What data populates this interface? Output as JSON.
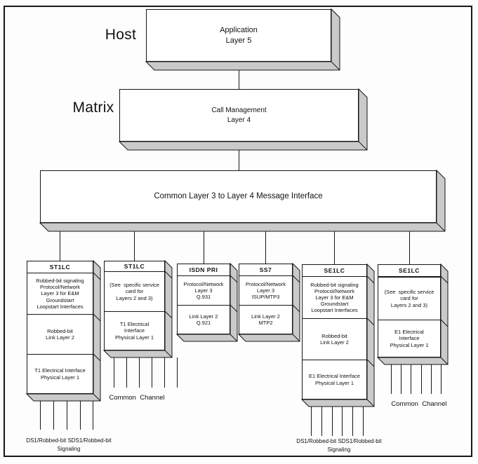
{
  "labels": {
    "host": "Host",
    "matrix": "Matrix"
  },
  "boxes": {
    "application": "Application\nLayer 5",
    "call_management": "Call Management\nLayer 4",
    "common_interface": "Common Layer 3 to Layer 4 Message Interface"
  },
  "cards": [
    {
      "title": "ST1LC",
      "sections": [
        "Robbed-bit signaling\nProtocol/Network\nLayer 3 for E&M\nGroundstart\nLoopstart Interfaces",
        "Robbed-bit\nLink Layer 2",
        "T1 Electrical Interface\nPhysical Layer 1"
      ]
    },
    {
      "title": "ST1LC",
      "sections": [
        "(See  specific service\ncard for\nLayers 2 and 3)",
        "T1 Electrical\nInterface\nPhysical Layer 1"
      ]
    },
    {
      "title": "ISDN PRI",
      "sections": [
        "Protocol/Network\nLayer 3\nQ.931",
        "Link Layer 2\nQ.921"
      ]
    },
    {
      "title": "SS7",
      "sections": [
        "Protocol/Network\nLayer 3\nISUP/MTP3",
        "Link Layer 2\nMTP2"
      ]
    },
    {
      "title": "SE1LC",
      "sections": [
        "Robbed-bit signaling\nProtocol/Network\nLayer 3 for E&M\nGroundstart\nLoopstart Interfaces",
        "Robbed-bit\nLink Layer 2",
        "E1 Electrical Interface\nPhysical Layer 1"
      ]
    },
    {
      "title": "SE1LC",
      "sections": [
        "(See  specific service\ncard for\nLayers 2 and 3)",
        "E1 Electrical\nInterface\nPhysical Layer 1"
      ]
    }
  ],
  "trunk_labels": {
    "left_signaling": "DS1/Robbed-bit SDS1/Robbed-bit\nSignaling",
    "left_common": "Common  Channel",
    "right_signaling": "DS1/Robbed-bit SDS1/Robbed-bit\nSignaling",
    "right_common": "Common  Channel"
  },
  "colors": {
    "shadow": "#cacaca",
    "line": "#161616",
    "background": "#fdfdfd",
    "box_face": "#ffffff"
  }
}
